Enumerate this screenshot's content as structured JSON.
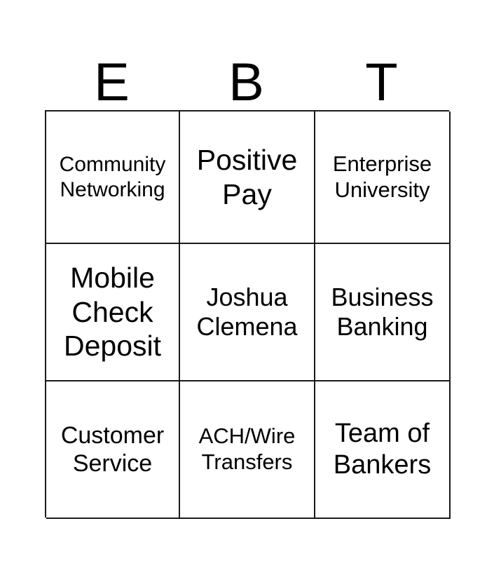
{
  "card": {
    "title_letters": [
      "E",
      "B",
      "T"
    ],
    "columns": 3,
    "rows": 3,
    "background_color": "#ffffff",
    "border_color": "#1a1a1a",
    "text_color": "#000000"
  },
  "cells": [
    {
      "text": "Community\nNetworking",
      "size_class": "s-xs"
    },
    {
      "text": "Positive\nPay",
      "size_class": "s-xl"
    },
    {
      "text": "Enterprise\nUniversity",
      "size_class": "s-s"
    },
    {
      "text": "Mobile\nCheck\nDeposit",
      "size_class": "s-xl"
    },
    {
      "text": "Joshua\nClemena",
      "size_class": "s-ml"
    },
    {
      "text": "Business\nBanking",
      "size_class": "s-ml"
    },
    {
      "text": "Customer\nService",
      "size_class": "s-m"
    },
    {
      "text": "ACH/Wire\nTransfers",
      "size_class": "s-s"
    },
    {
      "text": "Team of\nBankers",
      "size_class": "s-l"
    }
  ]
}
